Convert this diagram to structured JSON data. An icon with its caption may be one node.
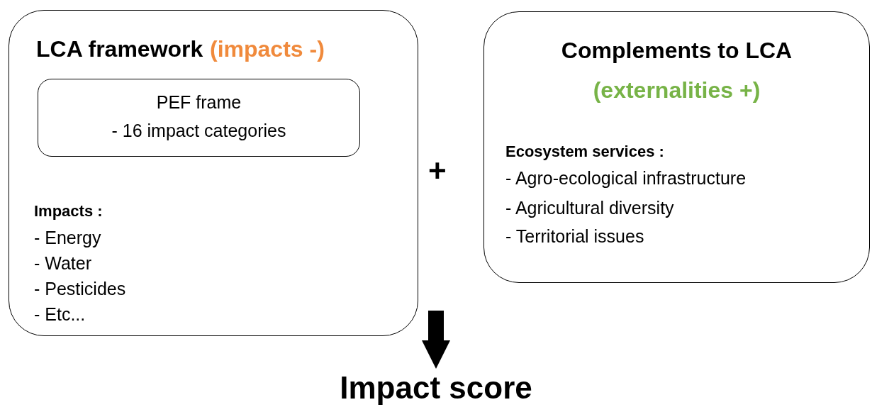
{
  "diagram": {
    "nodes": [
      {
        "text": [
          "LCA framework",
          "(impacts -)",
          "Impacts :",
          "- Energy",
          "- Water",
          "- Pesticides",
          "- Etc..."
        ]
      },
      {
        "text": [
          "PEF frame",
          "- 16 impact categories"
        ],
        "in": 0
      },
      {
        "text": [
          "Complements to LCA",
          "(externalities +)",
          "Ecosystem services :",
          "- Agro-ecological infrastructure",
          "- Agricultural diversity",
          "- Territorial issues"
        ]
      },
      {
        "text": [
          "Impact score"
        ]
      }
    ],
    "edges": [
      {
        "from": null,
        "to": 3,
        "arrow": "to"
      }
    ],
    "labels": [
      "+"
    ]
  }
}
